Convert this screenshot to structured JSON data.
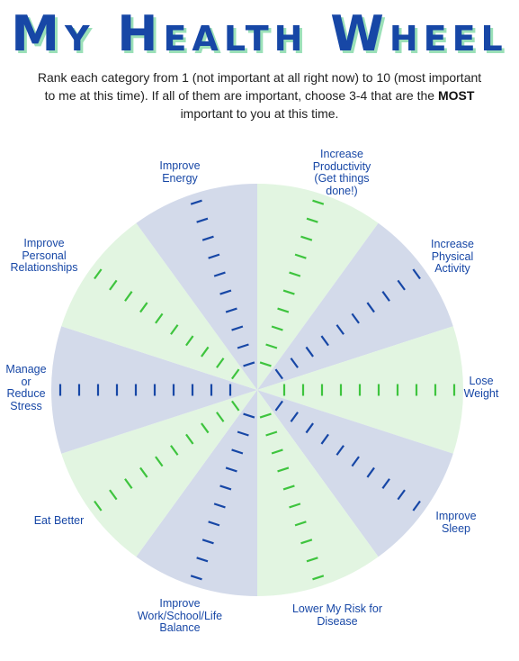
{
  "title": "My Health Wheel",
  "instructions": {
    "part1": "Rank each category from 1 (not important at all right now) to 10 (most important to me at this time). If all of them are important, choose 3-4 that are the ",
    "bold": "MOST",
    "part2": " important to you at this time."
  },
  "colors": {
    "title": "#1747a6",
    "title_shadow": "#9be0b8",
    "slice_blue": "#d3daea",
    "slice_green": "#e2f5e1",
    "tick_blue": "#1747a6",
    "tick_green": "#3ec43e",
    "label": "#1747a6"
  },
  "categories": [
    {
      "label": "Increase\nProductivity\n(Get things\ndone!)",
      "fill": "green",
      "tick": "green"
    },
    {
      "label": "Increase\nPhysical\nActivity",
      "fill": "blue",
      "tick": "blue"
    },
    {
      "label": "Lose\nWeight",
      "fill": "green",
      "tick": "green"
    },
    {
      "label": "Improve\nSleep",
      "fill": "blue",
      "tick": "blue"
    },
    {
      "label": "Lower My Risk for\nDisease",
      "fill": "green",
      "tick": "green"
    },
    {
      "label": "Improve\nWork/School/Life\nBalance",
      "fill": "blue",
      "tick": "blue"
    },
    {
      "label": "Eat Better",
      "fill": "green",
      "tick": "green"
    },
    {
      "label": "Manage\nor\nReduce\nStress",
      "fill": "blue",
      "tick": "blue"
    },
    {
      "label": "Improve\nPersonal\nRelationships",
      "fill": "green",
      "tick": "green"
    },
    {
      "label": "Improve\nEnergy",
      "fill": "blue",
      "tick": "blue"
    }
  ],
  "scale": {
    "min": 1,
    "max": 10
  }
}
